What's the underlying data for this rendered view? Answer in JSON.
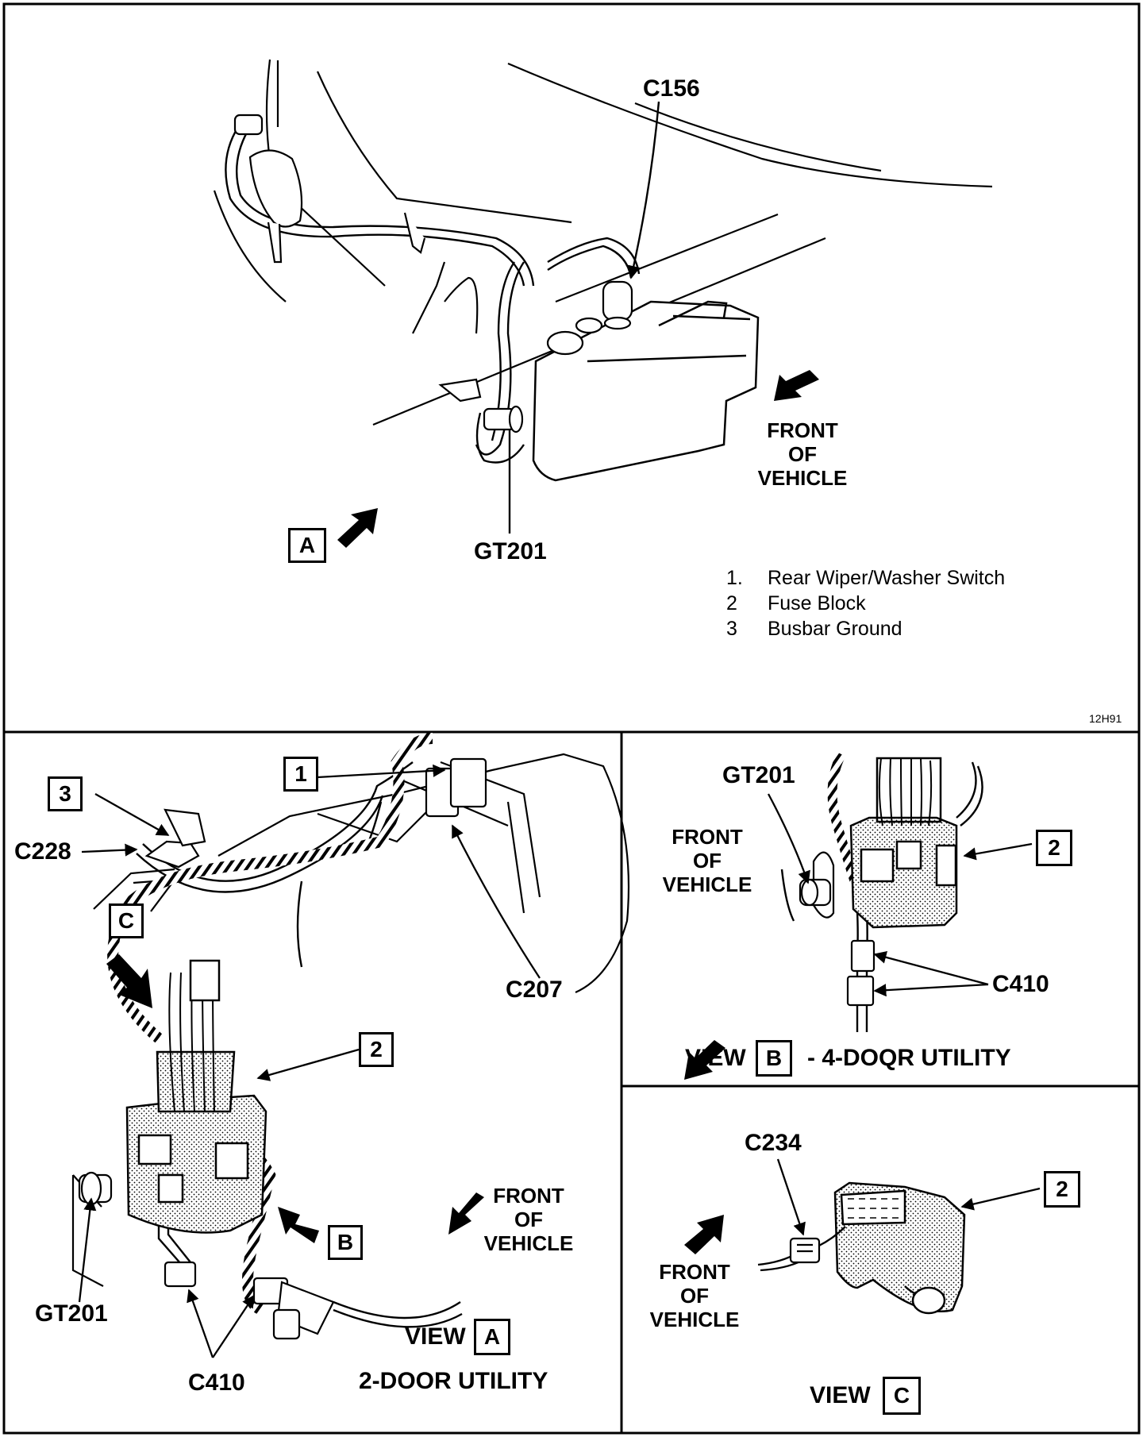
{
  "top_panel": {
    "connector_c156": "C156",
    "ground_gt201": "GT201",
    "view_marker": "A",
    "front_of_vehicle": [
      "FRONT",
      "OF",
      "VEHICLE"
    ],
    "legend": [
      {
        "num": "1.",
        "text": "Rear Wiper/Washer Switch"
      },
      {
        "num": "2",
        "text": "Fuse Block"
      },
      {
        "num": "3",
        "text": "Busbar Ground"
      }
    ],
    "figure_code": "12H91"
  },
  "view_a": {
    "callout_1": "1",
    "callout_2": "2",
    "callout_3": "3",
    "callout_b": "B",
    "callout_c": "C",
    "connector_c228": "C228",
    "connector_c207": "C207",
    "ground_gt201": "GT201",
    "connector_c410": "C410",
    "front_of_vehicle": [
      "FRONT",
      "OF",
      "VEHICLE"
    ],
    "view_word": "VIEW",
    "view_letter": "A",
    "caption": "2-DOOR UTILITY"
  },
  "view_b": {
    "ground_gt201": "GT201",
    "front_of_vehicle": [
      "FRONT",
      "OF",
      "VEHICLE"
    ],
    "callout_2": "2",
    "connector_c410": "C410",
    "view_word": "VIEW",
    "view_letter": "B",
    "caption": "- 4-DOQR UTILITY"
  },
  "view_c": {
    "connector_c234": "C234",
    "callout_2": "2",
    "front_of_vehicle": [
      "FRONT",
      "OF",
      "VEHICLE"
    ],
    "view_word": "VIEW",
    "view_letter": "C"
  }
}
